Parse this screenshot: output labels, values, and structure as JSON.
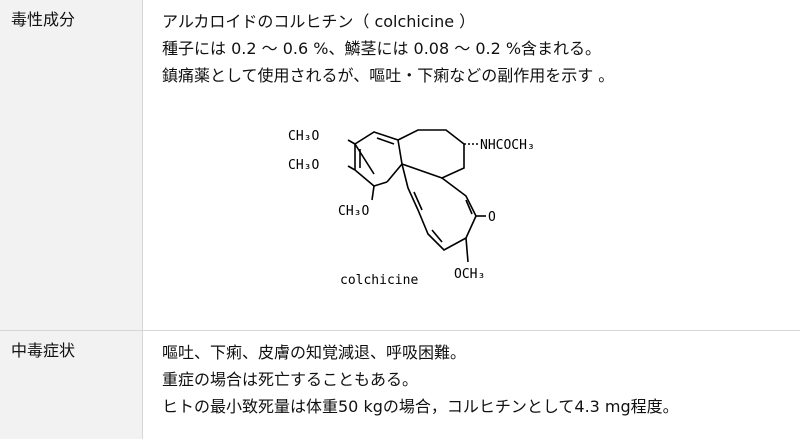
{
  "toxin": {
    "heading": "毒性成分",
    "lines": [
      "アルカロイドのコルヒチン（ colchicine ）",
      "種子には 0.2 〜 0.6 %、鱗茎には 0.08 〜 0.2 %含まれる。",
      "鎮痛薬として使用されるが、嘔吐・下痢などの副作用を示す 。"
    ],
    "structure": {
      "group_1": "CH₃O",
      "group_2": "CH₃O",
      "group_3": "CH₃O",
      "side_chain": "NHCOCH₃",
      "carbonyl": "O",
      "group_4": "OCH₃",
      "caption": "colchicine"
    }
  },
  "symptoms": {
    "heading": "中毒症状",
    "lines": [
      "嘔吐、下痢、皮膚の知覚減退、呼吸困難。",
      "重症の場合は死亡することもある。",
      "ヒトの最小致死量は体重50 kgの場合，コルヒチンとして4.3 mg程度。"
    ]
  }
}
